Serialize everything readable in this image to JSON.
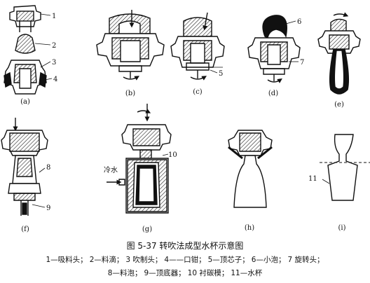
{
  "figure": {
    "caption": "图 5-37   转吹法成型水杯示意图",
    "legend_line1": [
      "1—吸料头；",
      "2—料滴；",
      "3   吹制头；",
      "4——口钳；",
      "5—顶芯子；",
      "6—小泡；",
      "7   旋转头；"
    ],
    "legend_line2": [
      "8—料泡；",
      "9—顶底器；",
      "10   衬碳模；",
      "11—水杯"
    ]
  },
  "panels": [
    {
      "id": "a",
      "label": "(a)"
    },
    {
      "id": "b",
      "label": "(b)"
    },
    {
      "id": "c",
      "label": "(c)"
    },
    {
      "id": "d",
      "label": "(d)"
    },
    {
      "id": "e",
      "label": "(e)"
    },
    {
      "id": "f",
      "label": "(f)"
    },
    {
      "id": "g",
      "label": "(g)"
    },
    {
      "id": "h",
      "label": "(h)"
    },
    {
      "id": "i",
      "label": "(i)"
    }
  ],
  "callouts": [
    "1",
    "2",
    "3",
    "4",
    "5",
    "6",
    "7",
    "8",
    "9",
    "10",
    "11"
  ],
  "annotation_cold_water": "冷水",
  "colors": {
    "ink": "#111111",
    "hatch": "#222222",
    "background": "#ffffff"
  }
}
